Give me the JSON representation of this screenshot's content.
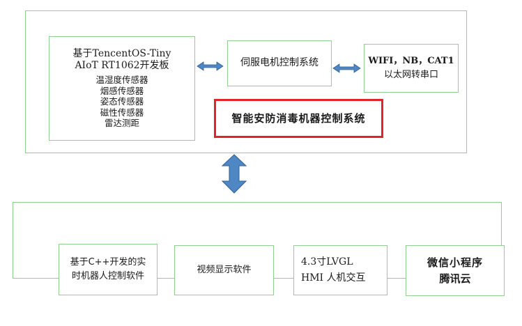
{
  "top_system": {
    "board": {
      "title_line1": "基于TencentOS-Tiny",
      "title_line2": "AIoT RT1062开发板",
      "sensors": [
        "温湿度传感器",
        "烟感传感器",
        "姿态传感器",
        "磁性传感器",
        "雷达测距"
      ]
    },
    "servo": {
      "label": "伺服电机控制系统"
    },
    "network": {
      "line1": "WIFI，NB，CAT1",
      "line2": "以太网转串口"
    },
    "system_title": "智能安防消毒机器控制系统",
    "title_border_color": "#e0242a"
  },
  "bottom_system": {
    "software": {
      "line1": "基于C++开发的实",
      "line2": "时机器人控制软件"
    },
    "video": {
      "label": "视频显示软件"
    },
    "hmi": {
      "line1": "4.3寸LVGL",
      "line2": "HMI 人机交互"
    },
    "miniapp": {
      "line1": "微信小程序",
      "line2": "腾讯云"
    }
  },
  "colors": {
    "box_border": "#8fcf8f",
    "arrow_fill": "#4f87c5",
    "arrow_stroke": "#2f5f96"
  }
}
